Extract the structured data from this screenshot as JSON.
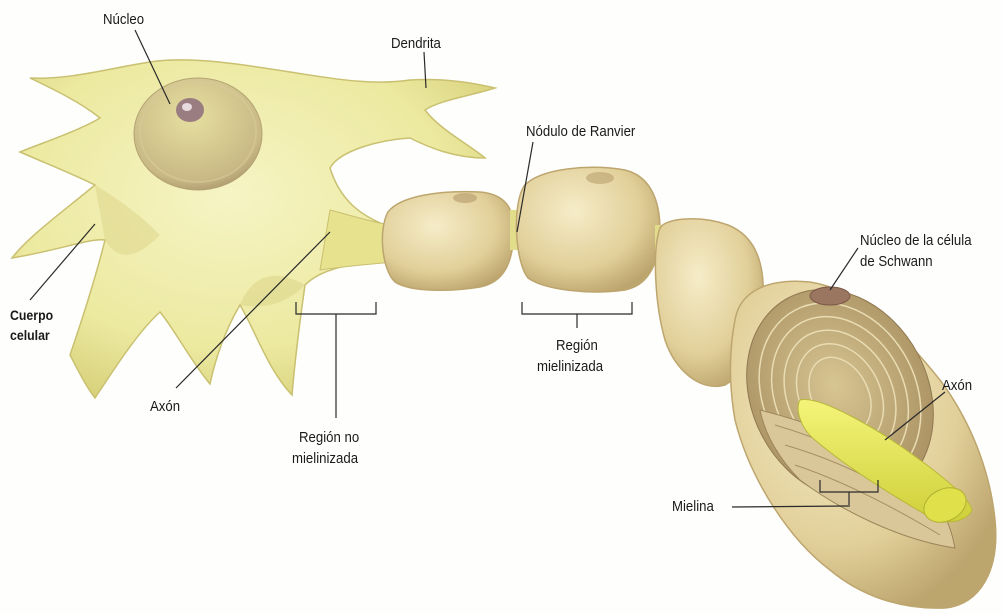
{
  "labels": {
    "nucleo": "Núcleo",
    "dendrita": "Dendrita",
    "nodulo": "Nódulo de Ranvier",
    "nucleo_schwann_1": "Núcleo de la célula",
    "nucleo_schwann_2": "de Schwann",
    "cuerpo_1": "Cuerpo",
    "cuerpo_2": "celular",
    "axon_left": "Axón",
    "region_no_1": "Región no",
    "region_no_2": "mielinizada",
    "region_mi_1": "Región",
    "region_mi_2": "mielinizada",
    "axon_right": "Axón",
    "mielina": "Mielina"
  },
  "colors": {
    "cell_body": "#ece9a0",
    "cell_shadow": "#d6cf78",
    "myelin": "#e6d6a2",
    "myelin_shadow": "#c7b47a",
    "axon_core": "#e6e650",
    "line": "#2a2a2a"
  }
}
